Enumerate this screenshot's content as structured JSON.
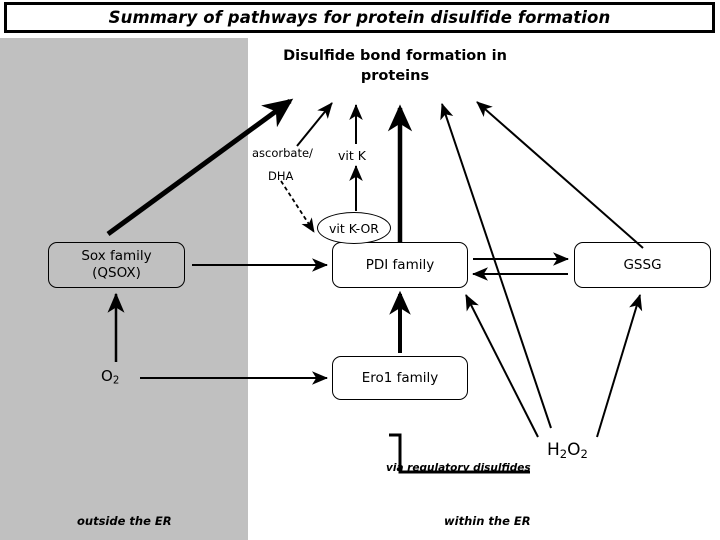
{
  "title": {
    "text": "Summary of pathways for protein disulfide formation"
  },
  "diagram": {
    "heading": "Disulfide bond formation in proteins",
    "compartments": {
      "outside_label": "outside the ER",
      "inside_label": "within the ER",
      "outside_color": "#c0c0c0",
      "inside_color": "#ffffff"
    },
    "boxes": [
      {
        "id": "sox",
        "label": "Sox family (QSOX)",
        "line1": "Sox family",
        "line2": "(QSOX)"
      },
      {
        "id": "pdi",
        "label": "PDI family"
      },
      {
        "id": "gssg",
        "label": "GSSG"
      },
      {
        "id": "ero1",
        "label": "Ero1 family"
      }
    ],
    "ellipse": {
      "id": "vitkor",
      "label": "vit K-OR"
    },
    "labels": {
      "ascorbate": "ascorbate/",
      "dha": "DHA",
      "vit_k": "vit K",
      "o2": "O",
      "o2_sub": "2",
      "h2o2_h": "H",
      "h2o2_sub1": "2",
      "h2o2_o": "O",
      "h2o2_sub2": "2",
      "via_regulatory": "via regulatory disulfides"
    }
  }
}
